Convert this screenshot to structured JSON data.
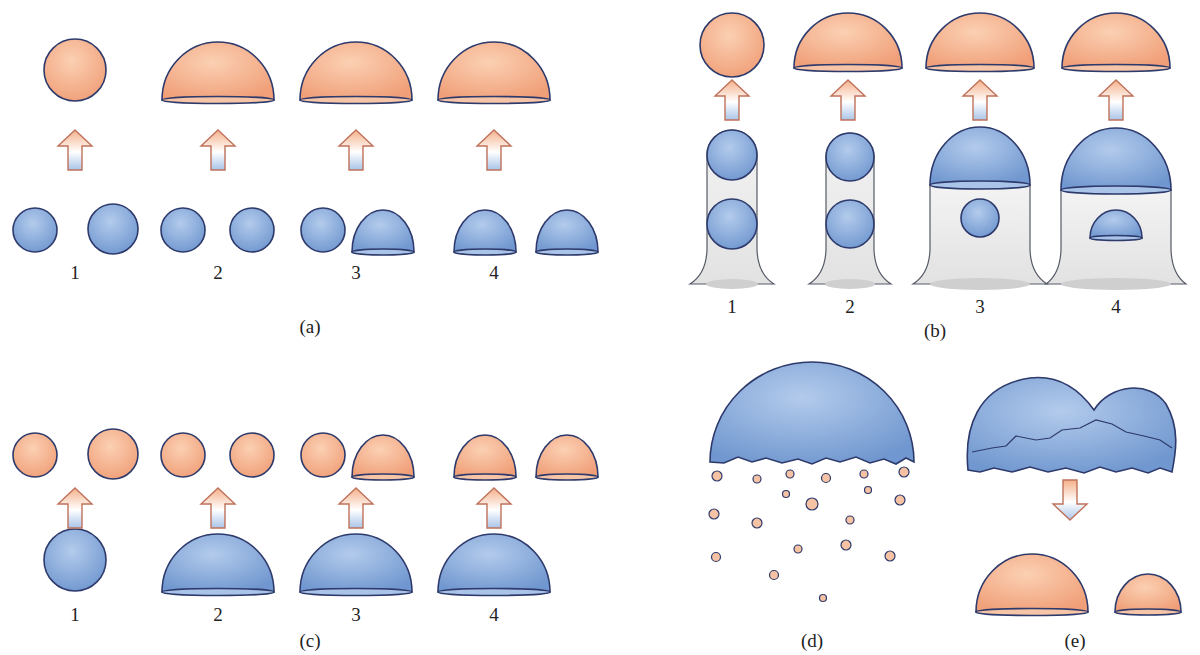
{
  "diagram": {
    "labels": [
      "1",
      "2",
      "3",
      "4",
      "1",
      "2",
      "3",
      "4",
      "(a)",
      "(b)",
      "1",
      "2",
      "3",
      "4",
      "(c)",
      "(d)",
      "(e)"
    ]
  }
}
